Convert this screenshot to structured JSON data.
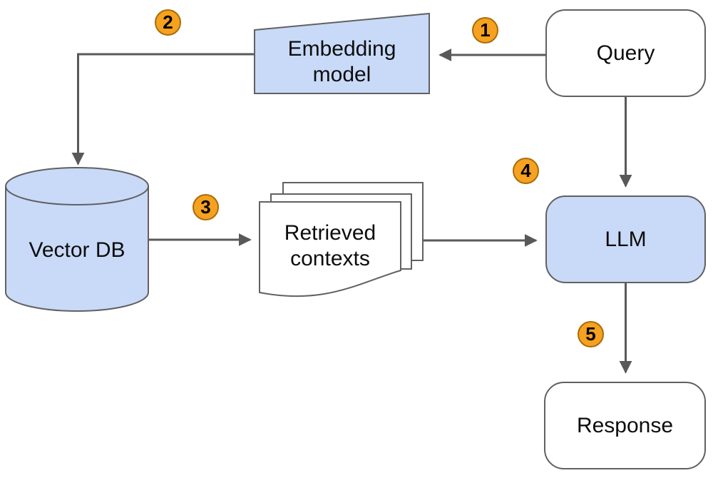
{
  "diagram": {
    "description": "Retrieval-augmented generation (RAG) pipeline flowchart",
    "colors": {
      "node_fill_blue": "#c9daf8",
      "node_fill_white": "#ffffff",
      "node_stroke": "#616161",
      "arrow": "#595959",
      "badge_fill": "#f6a120",
      "badge_stroke": "#a86d08",
      "label_text": "#0d0d0d",
      "background": "#ffffff"
    },
    "nodes": {
      "embedding_model": {
        "label": "Embedding\nmodel",
        "shape": "trapezoid",
        "fill": "blue"
      },
      "query": {
        "label": "Query",
        "shape": "rounded-rect",
        "fill": "white"
      },
      "vector_db": {
        "label": "Vector DB",
        "shape": "cylinder",
        "fill": "blue"
      },
      "retrieved_contexts": {
        "label": "Retrieved\ncontexts",
        "shape": "document-stack",
        "fill": "white"
      },
      "llm": {
        "label": "LLM",
        "shape": "rounded-rect",
        "fill": "blue"
      },
      "response": {
        "label": "Response",
        "shape": "rounded-rect",
        "fill": "white"
      }
    },
    "steps": {
      "step1": {
        "number": "1",
        "from": "query",
        "to": "embedding_model"
      },
      "step2": {
        "number": "2",
        "from": "embedding_model",
        "to": "vector_db"
      },
      "step3": {
        "number": "3",
        "from": "vector_db",
        "to": "retrieved_contexts"
      },
      "step4": {
        "number": "4",
        "from": "retrieved_contexts",
        "to": "llm"
      },
      "step5": {
        "number": "5",
        "from": "llm",
        "to": "response"
      }
    }
  }
}
